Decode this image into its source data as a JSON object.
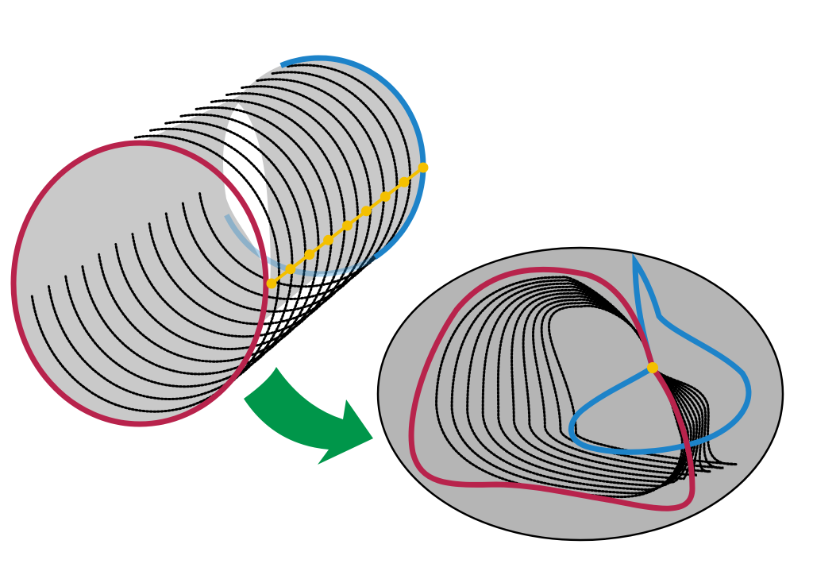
{
  "diagram": {
    "colors": {
      "background": "#ffffff",
      "surface_fill": "#c9c9c9",
      "disk_fill": "#b5b5b5",
      "outline": "#000000",
      "start_curve": "#b8234c",
      "end_curve": "#1d83c9",
      "homotopy_curves": "#000000",
      "track_points": "#f4c000",
      "arrow": "#00964a"
    },
    "cylinder": {
      "intermediate_loops": 11,
      "track_point_count": 9
    },
    "disk": {
      "intermediate_loops": 10
    },
    "icons": [
      "curved-arrow-icon"
    ]
  }
}
